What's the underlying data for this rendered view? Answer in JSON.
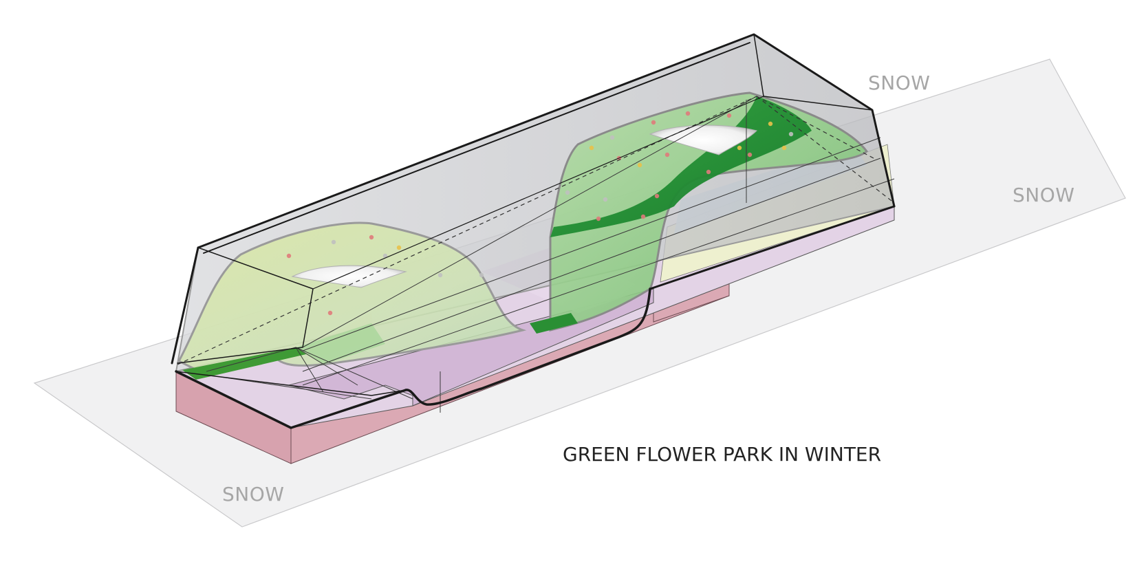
{
  "diagram": {
    "title": "GREEN FLOWER PARK IN WINTER",
    "labels": {
      "snow_top": "SNOW",
      "snow_right": "SNOW",
      "snow_bottom": "SNOW"
    },
    "colors": {
      "ground": "#f1f1f2",
      "enclosure": "#c9cacd",
      "green_dark": "#2ea03a",
      "green_light": "#a9d69a",
      "yellow_green": "#dfe9b0",
      "lavender": "#e3d3e6",
      "purple": "#d2b7d6",
      "pink": "#dba9b4",
      "pale_yellow": "#eef0cf",
      "light_blue": "#cfe3ef",
      "orange": "#f5dcb3"
    }
  }
}
